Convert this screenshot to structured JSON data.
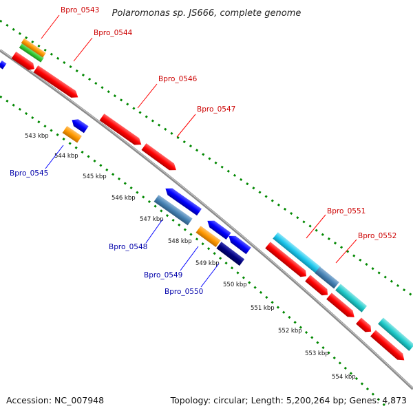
{
  "title": "Polaromonas sp. JS666, complete genome",
  "footer": {
    "accession": "Accession: NC_007948",
    "topology": "Topology: circular; Length: 5,200,264 bp; Genes: 4,873"
  },
  "colors": {
    "forward_gene": "#ff0000",
    "reverse_gene": "#0000ff",
    "orange_gene": "#ff9900",
    "green_gene": "#33cc33",
    "steelblue_gene": "#4682b4",
    "skyblue_gene": "#1ec8ee",
    "teal_gene": "#20cccc",
    "navy_gene": "#00007f",
    "backbone": "#8a8a8a",
    "gc_track": "#008800",
    "forward_label": "#cc0000",
    "reverse_label": "#0000aa"
  },
  "ticks": [
    "543 kbp",
    "544 kbp",
    "545 kbp",
    "546 kbp",
    "547 kbp",
    "548 kbp",
    "549 kbp",
    "550 kbp",
    "551 kbp",
    "552 kbp",
    "553 kbp",
    "554 kbp"
  ],
  "labels": {
    "forward": [
      "Bpro_0543",
      "Bpro_0544",
      "Bpro_0546",
      "Bpro_0547",
      "Bpro_0551",
      "Bpro_0552"
    ],
    "reverse": [
      "Bpro_0545",
      "Bpro_0548",
      "Bpro_0549",
      "Bpro_0550"
    ]
  }
}
